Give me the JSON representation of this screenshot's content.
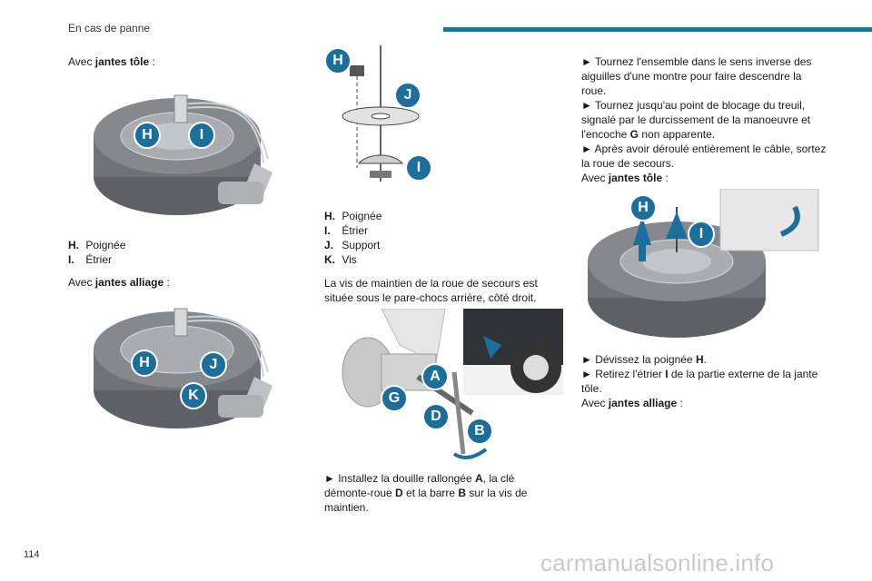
{
  "header": {
    "section_title": "En cas de panne",
    "page_number": "114"
  },
  "watermark": "carmanualsonline.info",
  "col1": {
    "steel_intro": {
      "prefix": "Avec ",
      "bold": "jantes tôle",
      "suffix": " :"
    },
    "fig1_labels": [
      "H",
      "I"
    ],
    "legend1": [
      {
        "key": "H.",
        "text": "Poignée"
      },
      {
        "key": "I.",
        "text": "Étrier"
      }
    ],
    "alloy_intro": {
      "prefix": "Avec ",
      "bold": "jantes alliage",
      "suffix": " :"
    },
    "fig2_labels": [
      "H",
      "J",
      "K"
    ]
  },
  "col2": {
    "fig3_labels": [
      "H",
      "J",
      "I"
    ],
    "legend": [
      {
        "key": "H.",
        "text": "Poignée"
      },
      {
        "key": "I.",
        "text": "Étrier"
      },
      {
        "key": "J.",
        "text": "Support"
      },
      {
        "key": "K.",
        "text": "Vis"
      }
    ],
    "location_text": "La vis de maintien de la roue de secours est située sous le pare-chocs arrière, côté droit.",
    "fig4_labels": [
      "A",
      "G",
      "D",
      "B"
    ],
    "step": {
      "line1_pre": "► Installez la douille rallongée ",
      "A": "A",
      "line1_post": ", la clé",
      "line2_pre": "démonte-roue ",
      "D": "D",
      "line2_mid": " et la barre ",
      "B": "B",
      "line2_post": " sur la vis de",
      "line3": "maintien."
    }
  },
  "col3": {
    "step1": "► Tournez l'ensemble dans le sens inverse des aiguilles d'une montre pour faire descendre la roue.",
    "step2": "► Tournez jusqu'au point de blocage du treuil, signalé par le durcissement de la manoeuvre et",
    "step2b_pre": "l'encoche ",
    "step2b_bold": "G",
    "step2b_post": " non apparente.",
    "step3": "► Après avoir déroulé entièrement le câble, sortez la roue de secours.",
    "steel_intro": {
      "prefix": "Avec ",
      "bold": "jantes tôle",
      "suffix": " :"
    },
    "fig5_labels": [
      "H",
      "I"
    ],
    "step4_pre": "► Dévissez la poignée ",
    "step4_bold": "H",
    "step4_post": ".",
    "step5_pre": "► Retirez l'étrier ",
    "step5_bold": "I",
    "step5_post": " de la partie externe de la jante tôle.",
    "alloy_intro": {
      "prefix": "Avec ",
      "bold": "jantes alliage",
      "suffix": " :"
    }
  },
  "colors": {
    "accent_bar": "#0e7a93",
    "badge": "#1c6f9a",
    "tyre": "#6f7378"
  }
}
